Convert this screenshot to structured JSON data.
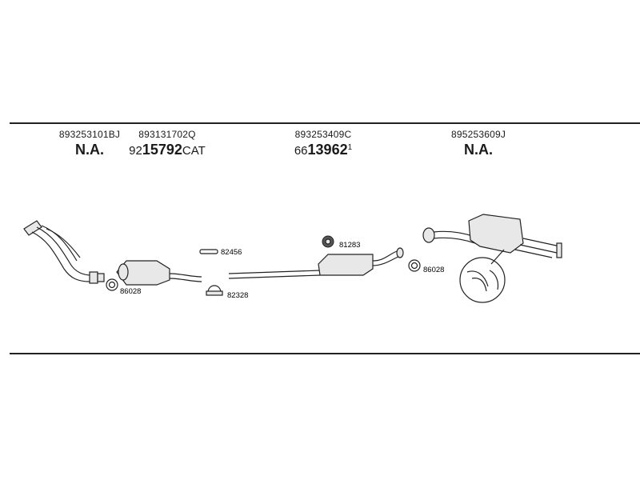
{
  "headers": [
    {
      "oem": "893253101BJ",
      "code_prefix": "",
      "code_main": "N.A.",
      "code_suffix": "",
      "code_sup": ""
    },
    {
      "oem": "893131702Q",
      "code_prefix": "92",
      "code_main": "15792",
      "code_suffix": "CAT",
      "code_sup": ""
    },
    {
      "oem": "893253409C",
      "code_prefix": "66",
      "code_main": "13962",
      "code_suffix": "",
      "code_sup": "1"
    },
    {
      "oem": "895253609J",
      "code_prefix": "",
      "code_main": "N.A.",
      "code_suffix": "",
      "code_sup": ""
    }
  ],
  "part_labels": {
    "ring_left": "86028",
    "seal_strip": "82456",
    "clamp": "82328",
    "mount": "81283",
    "ring_right": "86028"
  }
}
